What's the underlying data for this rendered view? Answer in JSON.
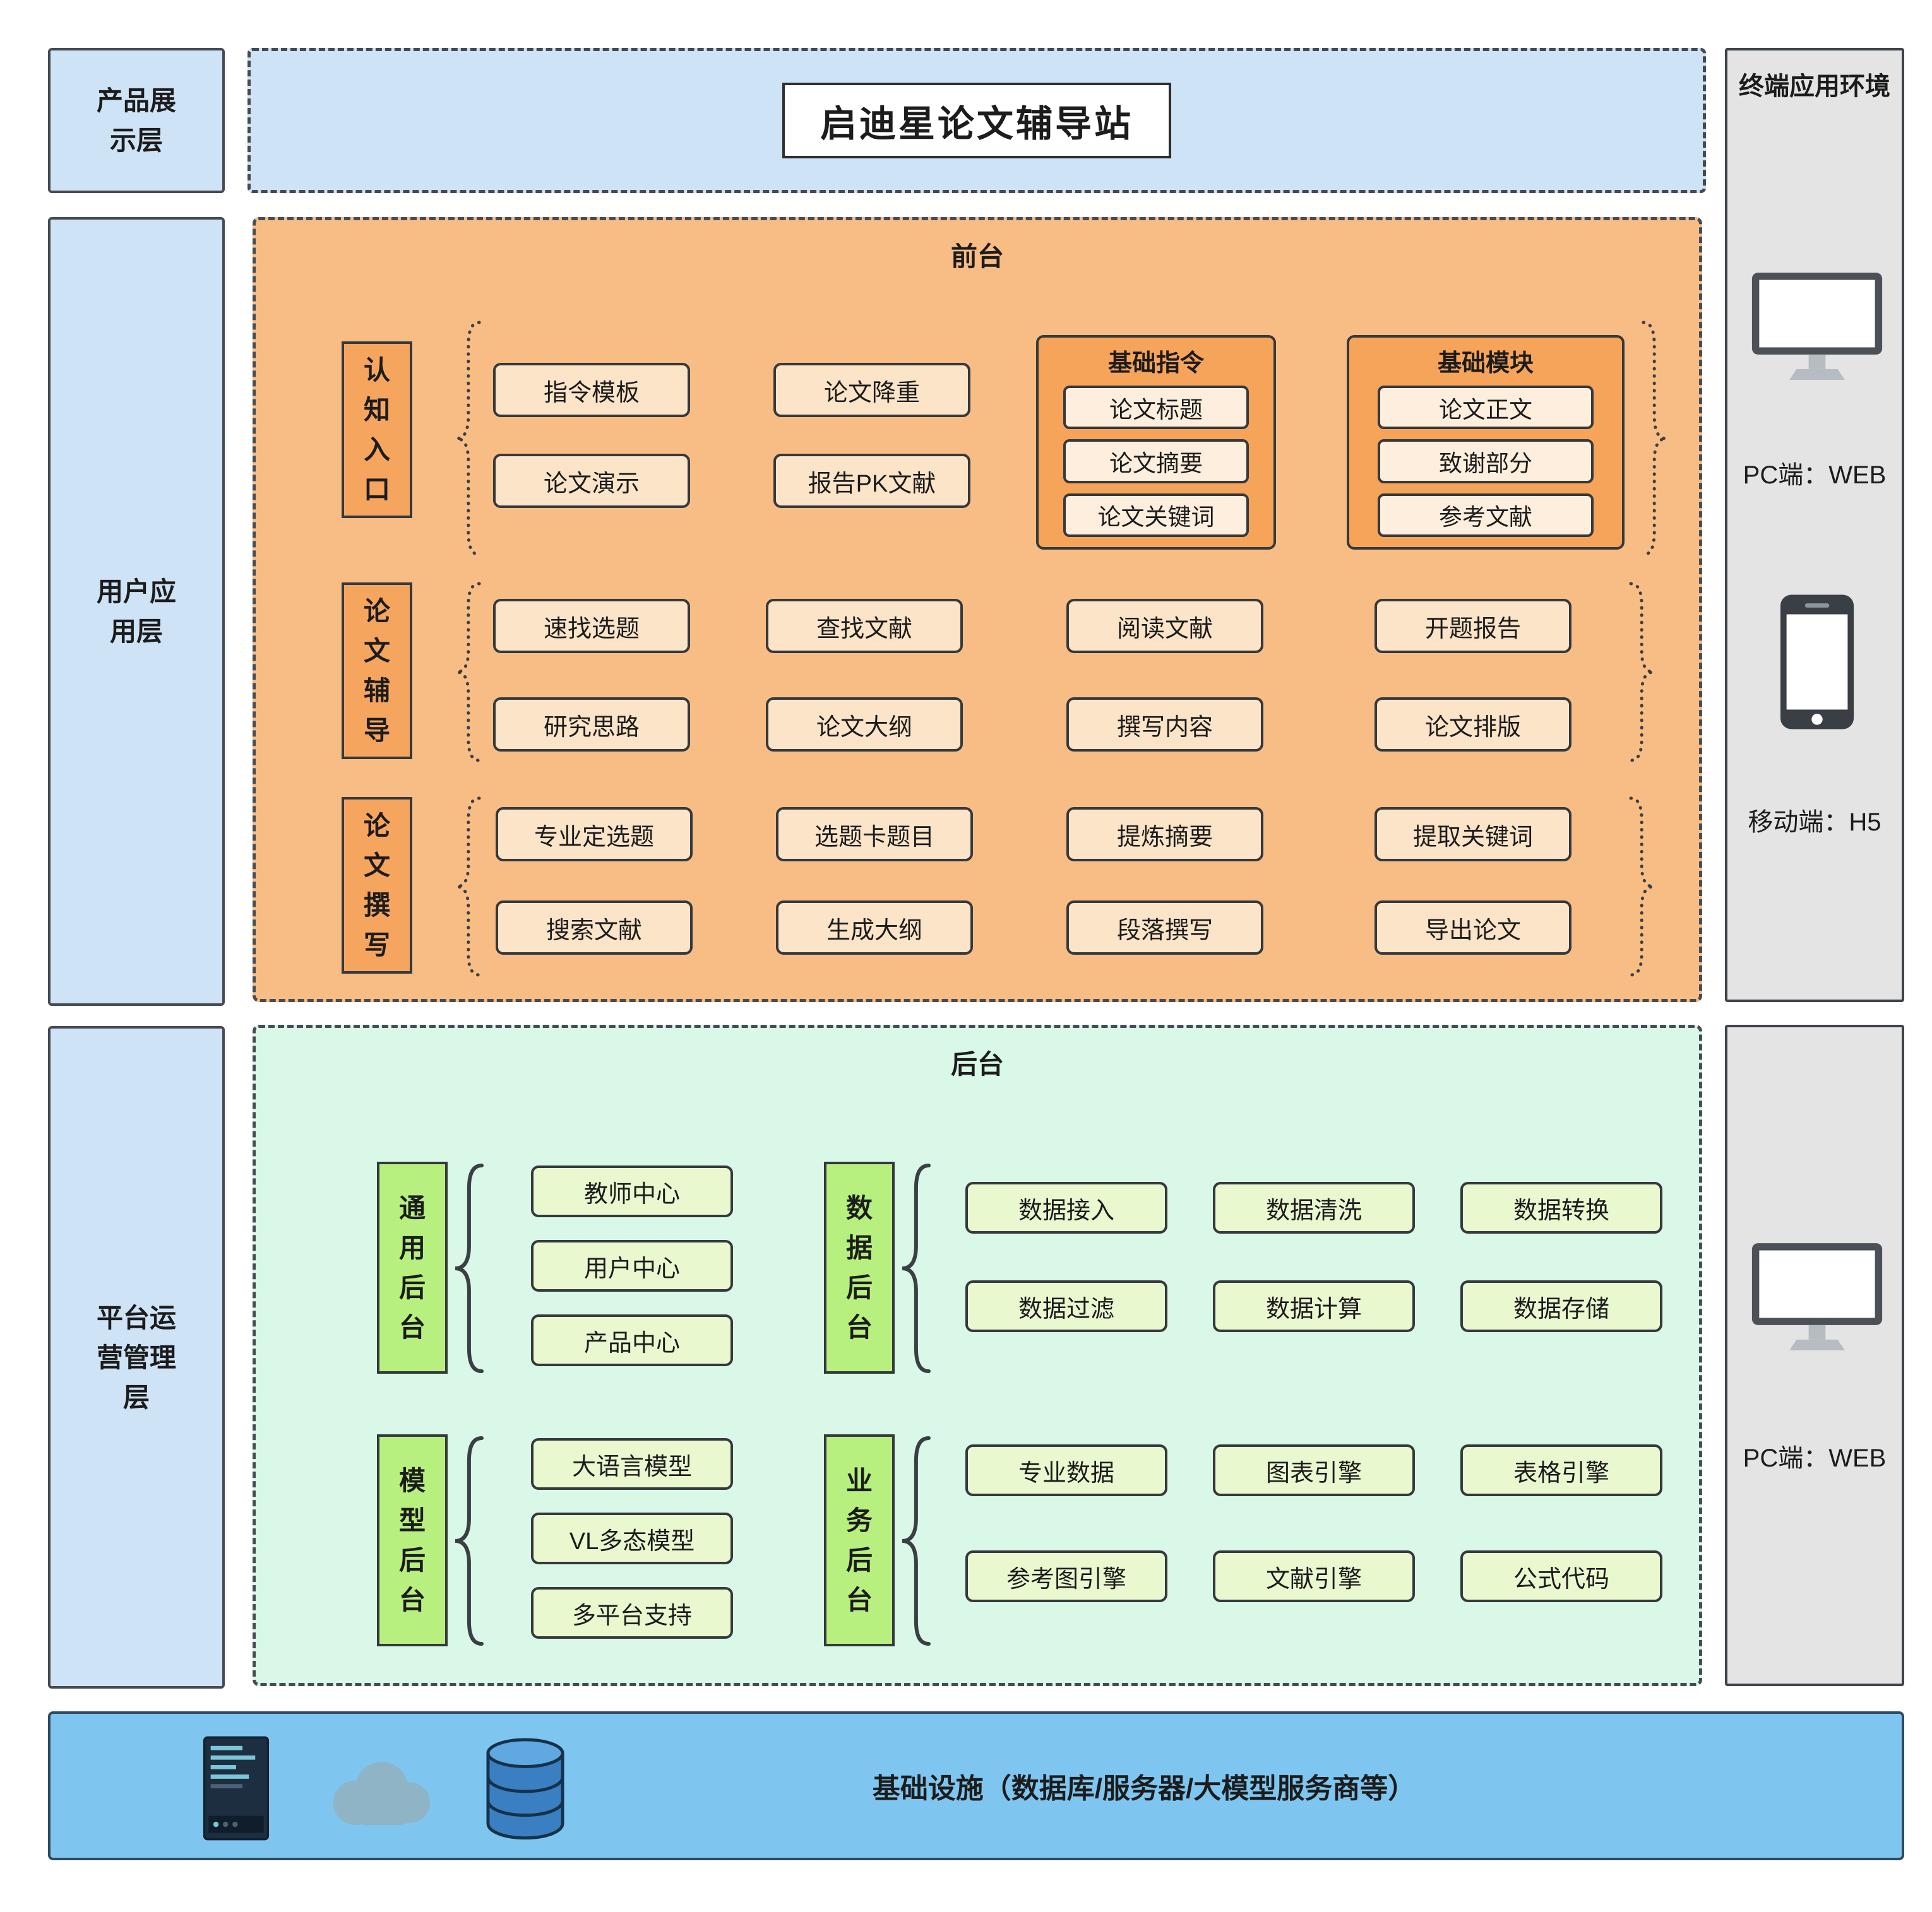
{
  "title": "启迪星论文辅导站",
  "left_layers": [
    {
      "label": "产品展示层"
    },
    {
      "label": "用户应用层"
    },
    {
      "label": "平台运营管理层"
    }
  ],
  "frontend": {
    "title": "前台",
    "rows": [
      {
        "label": "认知入口",
        "items": [
          "指令模板",
          "论文演示",
          "论文降重",
          "报告PK文献"
        ],
        "groups": [
          {
            "title": "基础指令",
            "items": [
              "论文标题",
              "论文摘要",
              "论文关键词"
            ]
          },
          {
            "title": "基础模块",
            "items": [
              "论文正文",
              "致谢部分",
              "参考文献"
            ]
          }
        ]
      },
      {
        "label": "论文辅导",
        "items": [
          "速找选题",
          "研究思路",
          "查找文献",
          "论文大纲",
          "阅读文献",
          "撰写内容",
          "开题报告",
          "论文排版"
        ]
      },
      {
        "label": "论文撰写",
        "items": [
          "专业定选题",
          "搜索文献",
          "选题卡题目",
          "生成大纲",
          "提炼摘要",
          "段落撰写",
          "提取关键词",
          "导出论文"
        ]
      }
    ]
  },
  "backend": {
    "title": "后台",
    "groups": [
      {
        "label": "通用后台",
        "items": [
          "教师中心",
          "用户中心",
          "产品中心"
        ]
      },
      {
        "label": "数据后台",
        "items": [
          "数据接入",
          "数据清洗",
          "数据转换",
          "数据过滤",
          "数据计算",
          "数据存储"
        ]
      },
      {
        "label": "模型后台",
        "items": [
          "大语言模型",
          "VL多态模型",
          "多平台支持"
        ]
      },
      {
        "label": "业务后台",
        "items": [
          "专业数据",
          "图表引擎",
          "表格引擎",
          "参考图引擎",
          "文献引擎",
          "公式代码"
        ]
      }
    ]
  },
  "right_panels": {
    "top": {
      "title": "终端应用环境",
      "items": [
        {
          "icon": "monitor-icon",
          "label": "PC端：WEB"
        },
        {
          "icon": "phone-icon",
          "label": "移动端：H5"
        }
      ]
    },
    "bottom": {
      "items": [
        {
          "icon": "monitor-icon",
          "label": "PC端：WEB"
        }
      ]
    }
  },
  "infrastructure": {
    "label": "基础设施（数据库/服务器/大模型服务商等）",
    "icons": [
      "server-icon",
      "cloud-icon",
      "database-icon"
    ]
  },
  "colors": {
    "layer_blue": "#cfe3f7",
    "frontend_bg": "#f8bd85",
    "frontend_label": "#f6a55f",
    "frontend_item": "#fce4c8",
    "frontend_group": "#f6a45a",
    "frontend_group_item": "#fdeedd",
    "backend_bg": "#d9f8e7",
    "backend_label": "#b7f07e",
    "backend_item": "#e9f8cf",
    "panel_gray": "#e4e4e4",
    "infra_blue": "#7ec6f0",
    "border_dark": "#35393d"
  }
}
